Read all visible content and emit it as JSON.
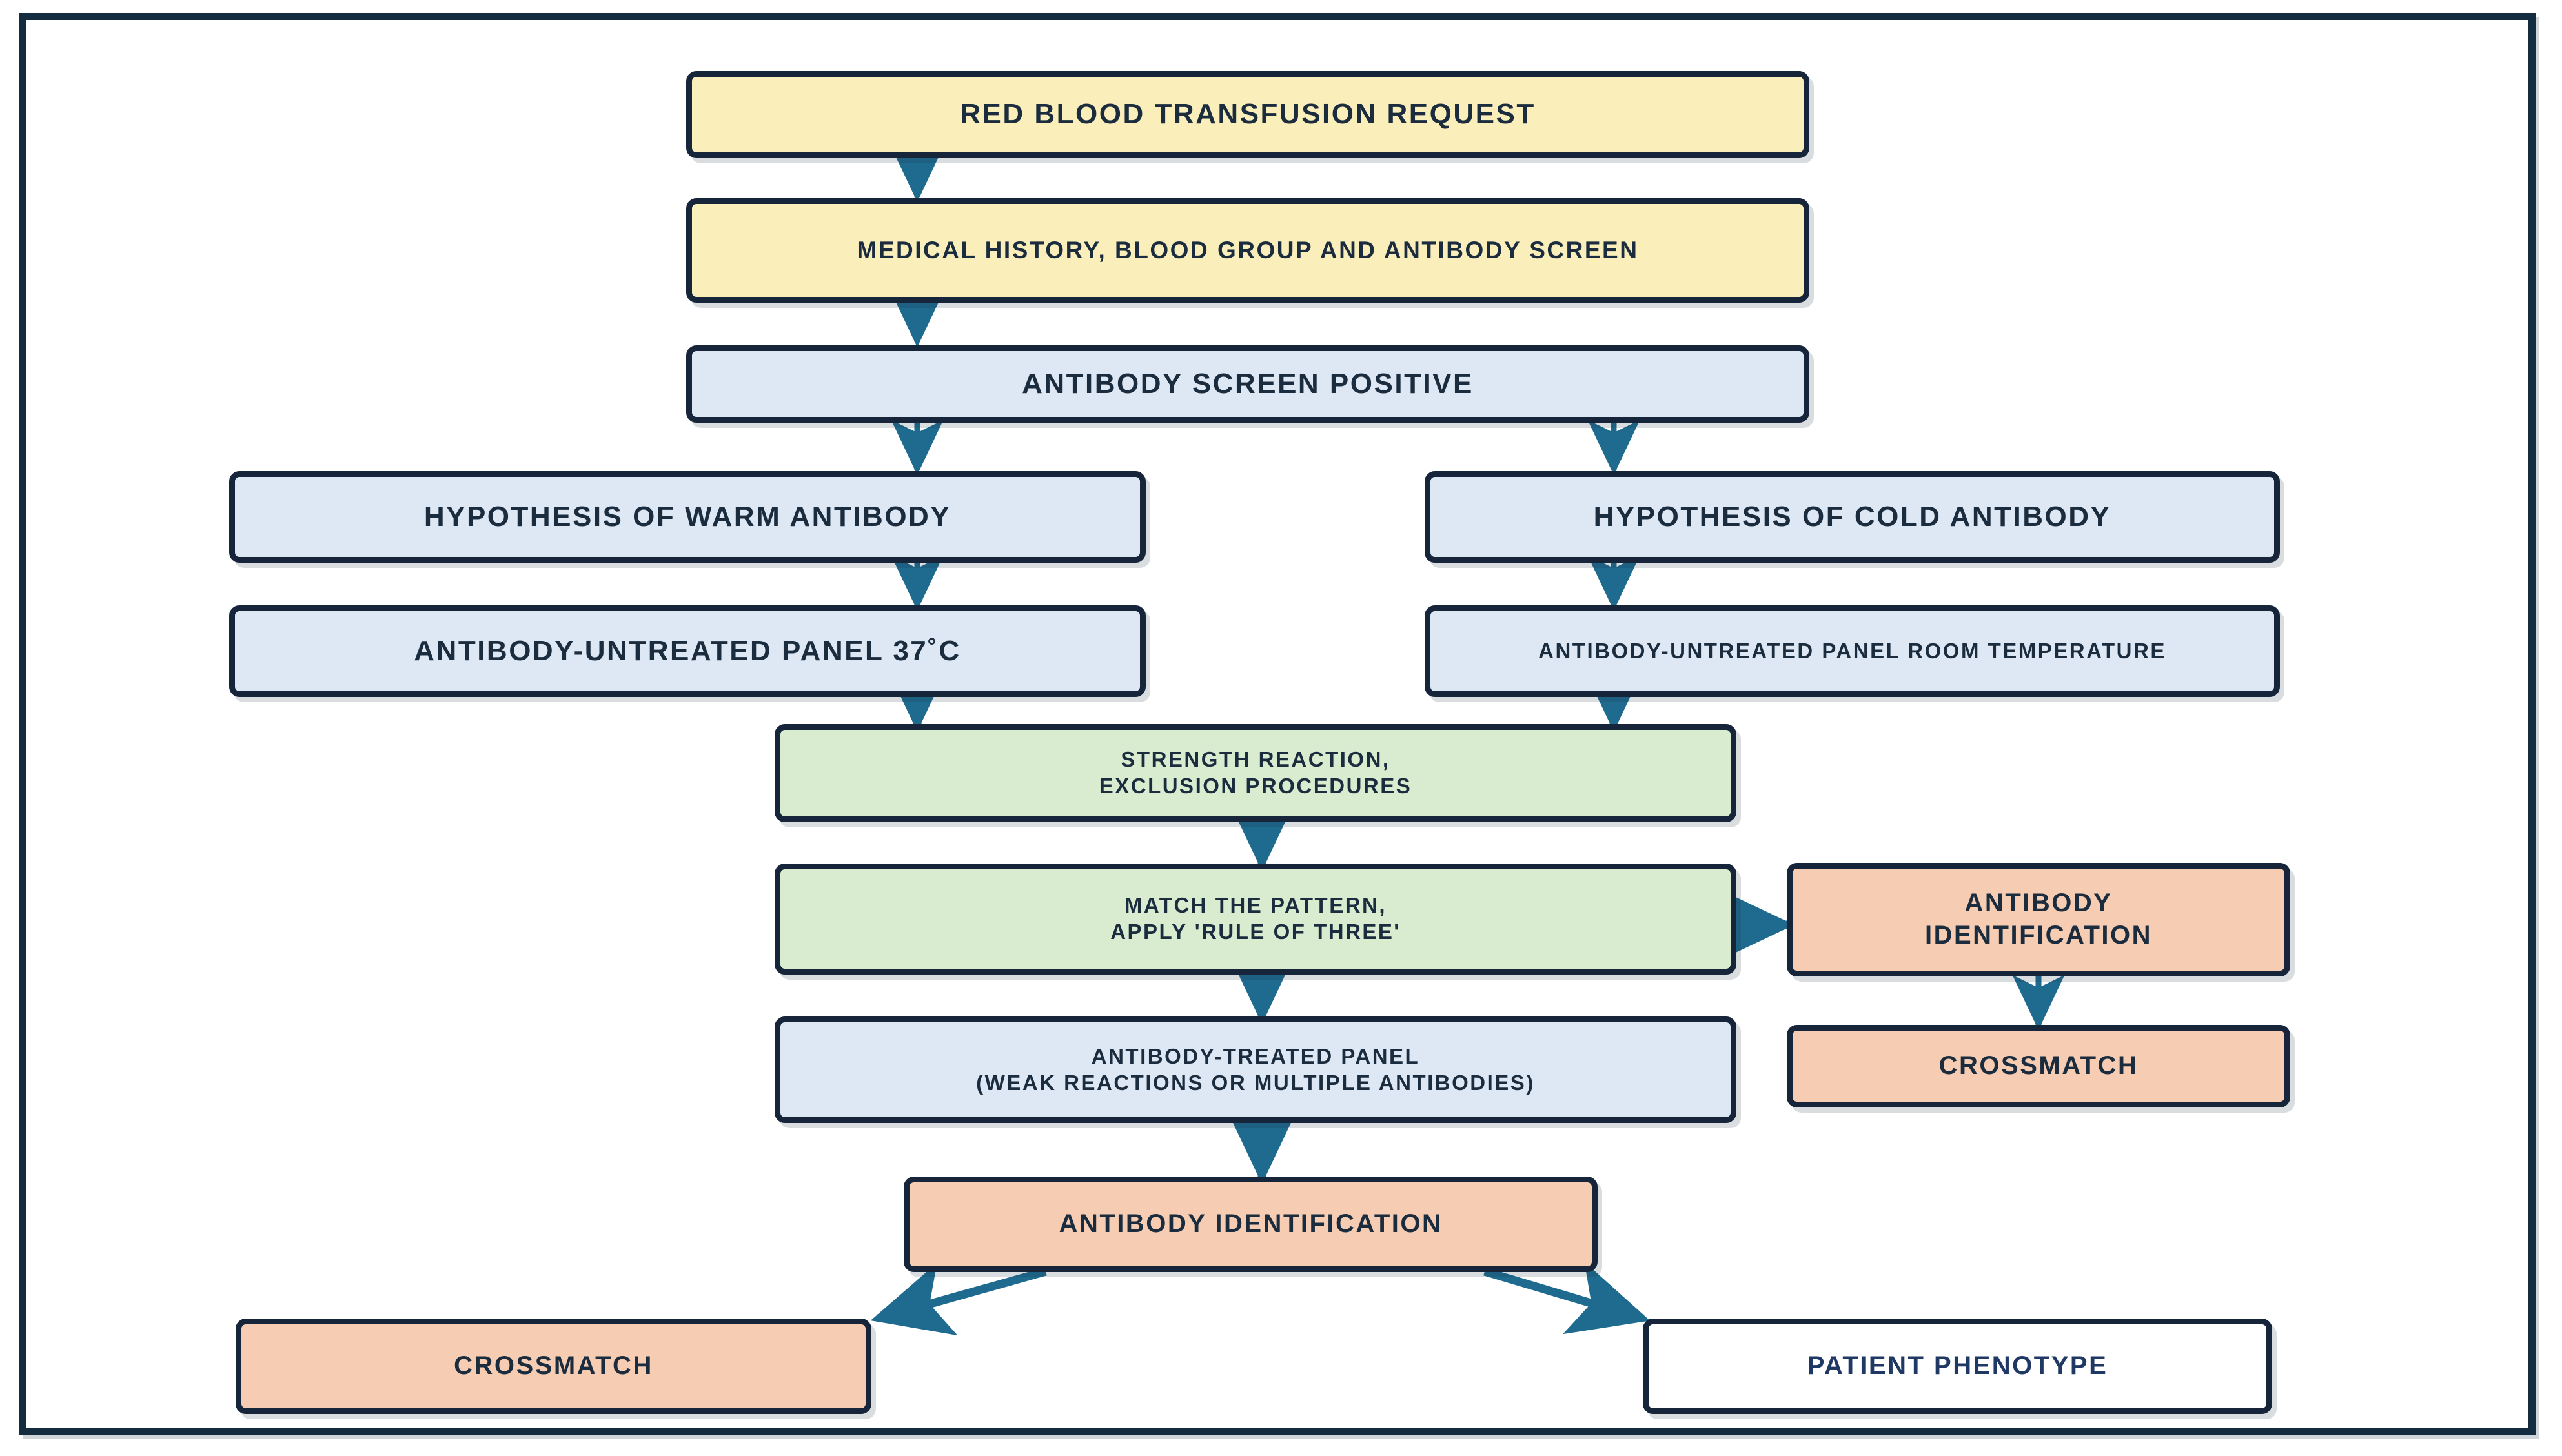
{
  "diagram": {
    "title": "Red blood transfusion antibody workup flowchart",
    "colors": {
      "frame": "#132c3f",
      "border": "#16253a",
      "arrow": "#1e6b8f",
      "yellow": "#faeeba",
      "blue": "#dde8f4",
      "green": "#d9ecd0",
      "orange": "#f6cdb3",
      "white": "#ffffff",
      "text": "#1b2c3e",
      "text_alt": "#1f3864"
    },
    "nodes": [
      {
        "id": "request",
        "label": "RED BLOOD TRANSFUSION REQUEST"
      },
      {
        "id": "history",
        "label": "MEDICAL HISTORY, BLOOD GROUP AND ANTIBODY SCREEN"
      },
      {
        "id": "screen_pos",
        "label": "ANTIBODY SCREEN POSITIVE"
      },
      {
        "id": "warm",
        "label": "HYPOTHESIS OF WARM ANTIBODY"
      },
      {
        "id": "cold",
        "label": "HYPOTHESIS OF COLD ANTIBODY"
      },
      {
        "id": "panel_37",
        "label": "ANTIBODY-UNTREATED PANEL 37˚C"
      },
      {
        "id": "panel_rt",
        "label": "ANTIBODY-UNTREATED PANEL ROOM TEMPERATURE"
      },
      {
        "id": "strength",
        "label": "STRENGTH REACTION,\nEXCLUSION PROCEDURES"
      },
      {
        "id": "match",
        "label": "MATCH THE PATTERN,\nAPPLY 'RULE OF THREE'"
      },
      {
        "id": "ident_right",
        "label": "ANTIBODY\nIDENTIFICATION"
      },
      {
        "id": "crossmatch_right",
        "label": "CROSSMATCH"
      },
      {
        "id": "treated_panel",
        "label": "ANTIBODY-TREATED PANEL\n(WEAK REACTIONS OR MULTIPLE ANTIBODIES)"
      },
      {
        "id": "ident_bottom",
        "label": "ANTIBODY IDENTIFICATION"
      },
      {
        "id": "crossmatch_bottom",
        "label": "CROSSMATCH"
      },
      {
        "id": "phenotype",
        "label": "PATIENT PHENOTYPE"
      }
    ],
    "edges": [
      {
        "from": "request",
        "to": "history"
      },
      {
        "from": "history",
        "to": "screen_pos"
      },
      {
        "from": "screen_pos",
        "to": "warm"
      },
      {
        "from": "screen_pos",
        "to": "cold"
      },
      {
        "from": "warm",
        "to": "panel_37"
      },
      {
        "from": "cold",
        "to": "panel_rt"
      },
      {
        "from": "panel_37",
        "to": "strength"
      },
      {
        "from": "panel_rt",
        "to": "strength"
      },
      {
        "from": "strength",
        "to": "match"
      },
      {
        "from": "match",
        "to": "ident_right"
      },
      {
        "from": "ident_right",
        "to": "crossmatch_right"
      },
      {
        "from": "match",
        "to": "treated_panel"
      },
      {
        "from": "treated_panel",
        "to": "ident_bottom"
      },
      {
        "from": "ident_bottom",
        "to": "crossmatch_bottom"
      },
      {
        "from": "ident_bottom",
        "to": "phenotype"
      }
    ]
  }
}
